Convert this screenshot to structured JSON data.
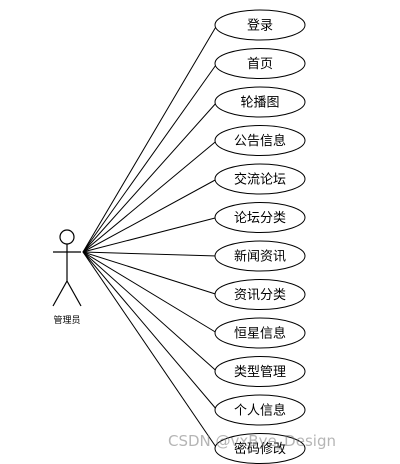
{
  "actor": {
    "label": "管理员"
  },
  "use_cases": [
    {
      "id": "login",
      "label": "登录"
    },
    {
      "id": "home",
      "label": "首页"
    },
    {
      "id": "carousel",
      "label": "轮播图"
    },
    {
      "id": "notice-info",
      "label": "公告信息"
    },
    {
      "id": "forum",
      "label": "交流论坛"
    },
    {
      "id": "forum-category",
      "label": "论坛分类"
    },
    {
      "id": "news",
      "label": "新闻资讯"
    },
    {
      "id": "news-category",
      "label": "资讯分类"
    },
    {
      "id": "star-info",
      "label": "恒星信息"
    },
    {
      "id": "type-management",
      "label": "类型管理"
    },
    {
      "id": "personal-info",
      "label": "个人信息"
    },
    {
      "id": "password-change",
      "label": "密码修改"
    }
  ],
  "watermark": "CSDN @vxBye_Design",
  "colors": {
    "stroke": "#000000",
    "background": "#ffffff",
    "watermark": "#787878"
  }
}
